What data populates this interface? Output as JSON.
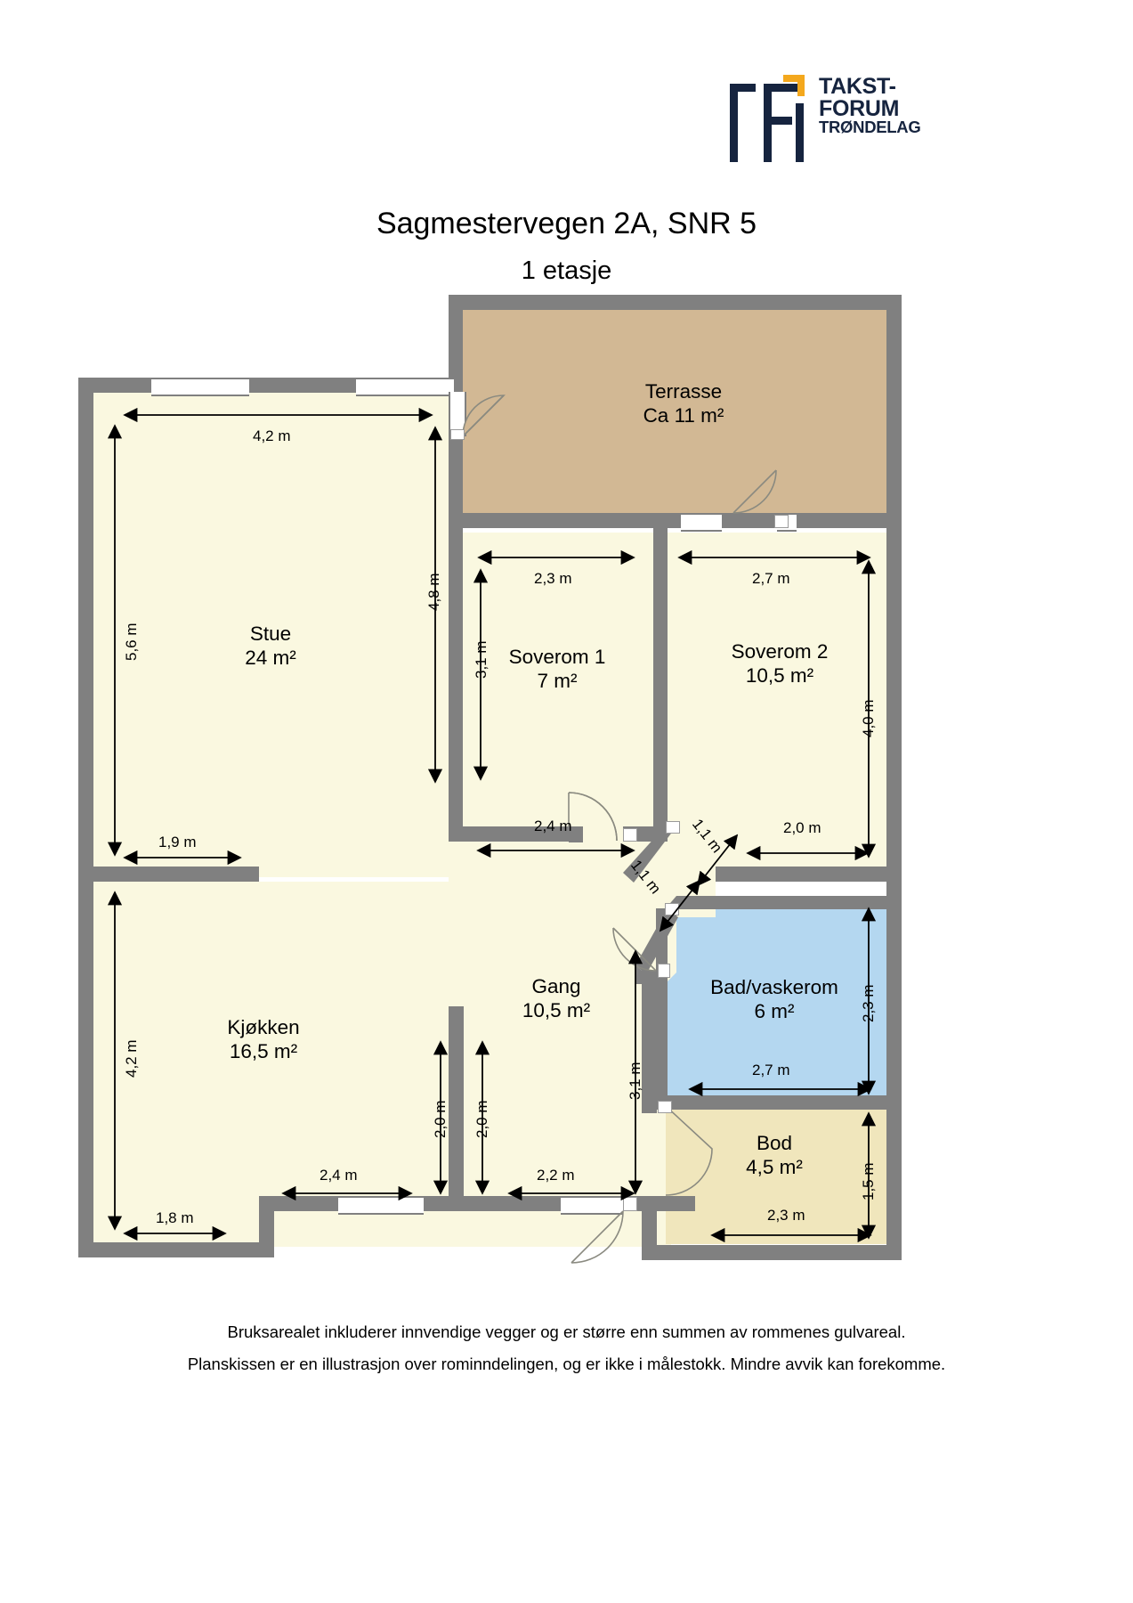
{
  "logo": {
    "name": "takst-forum-trondelag-logo",
    "line1": "TAKST-",
    "line2": "FORUM",
    "line3": "TRØNDELAG",
    "navy": "#16243f",
    "accent": "#f4a81d"
  },
  "header": {
    "title": "Sagmestervegen 2A, SNR 5",
    "subtitle": "1 etasje"
  },
  "colors": {
    "wall": "#808080",
    "room_fill": "#faf8e0",
    "terrace_fill": "#d2b894",
    "bath_fill": "#b4d7f0",
    "storage_fill": "#f0e6bc",
    "dimension_line": "#000000"
  },
  "rooms": [
    {
      "id": "terrasse",
      "name": "Terrasse",
      "area": "Ca 11 m²",
      "fill": "#d2b894"
    },
    {
      "id": "stue",
      "name": "Stue",
      "area": "24 m²",
      "fill": "#faf8e0"
    },
    {
      "id": "soverom-1",
      "name": "Soverom 1",
      "area": "7 m²",
      "fill": "#faf8e0"
    },
    {
      "id": "soverom-2",
      "name": "Soverom 2",
      "area": "10,5 m²",
      "fill": "#faf8e0"
    },
    {
      "id": "kjokken",
      "name": "Kjøkken",
      "area": "16,5 m²",
      "fill": "#faf8e0"
    },
    {
      "id": "gang",
      "name": "Gang",
      "area": "10,5 m²",
      "fill": "#faf8e0"
    },
    {
      "id": "bad",
      "name": "Bad/vaskerom",
      "area": "6 m²",
      "fill": "#b4d7f0"
    },
    {
      "id": "bod",
      "name": "Bod",
      "area": "4,5 m²",
      "fill": "#f0e6bc"
    }
  ],
  "dimensions": {
    "stue_top": "4,2 m",
    "stue_left": "5,6 m",
    "stue_right": "4,8 m",
    "stue_bottom_left": "1,9 m",
    "soverom1_top": "2,3 m",
    "soverom1_left": "3,1 m",
    "soverom1_bottom": "2,4 m",
    "soverom2_top": "2,7 m",
    "soverom2_right": "4,0 m",
    "soverom2_bottom": "2,0 m",
    "hall_diag_upper": "1,1 m",
    "hall_diag_lower": "1,1 m",
    "kjokken_left": "4,2 m",
    "kjokken_bottom_left": "1,8 m",
    "kjokken_bottom": "2,4 m",
    "kjokken_inner_right": "2,0 m",
    "gang_inner_left": "2,0 m",
    "gang_bottom": "2,2 m",
    "gang_right": "3,1 m",
    "bad_right": "2,3 m",
    "bad_bottom": "2,7 m",
    "bod_right": "1,5 m",
    "bod_bottom": "2,3 m"
  },
  "footer": {
    "line1": "Bruksarealet inkluderer innvendige vegger og er større enn summen av rommenes gulvareal.",
    "line2": "Planskissen er en illustrasjon over rominndelingen, og er ikke i målestokk. Mindre avvik kan forekomme."
  }
}
